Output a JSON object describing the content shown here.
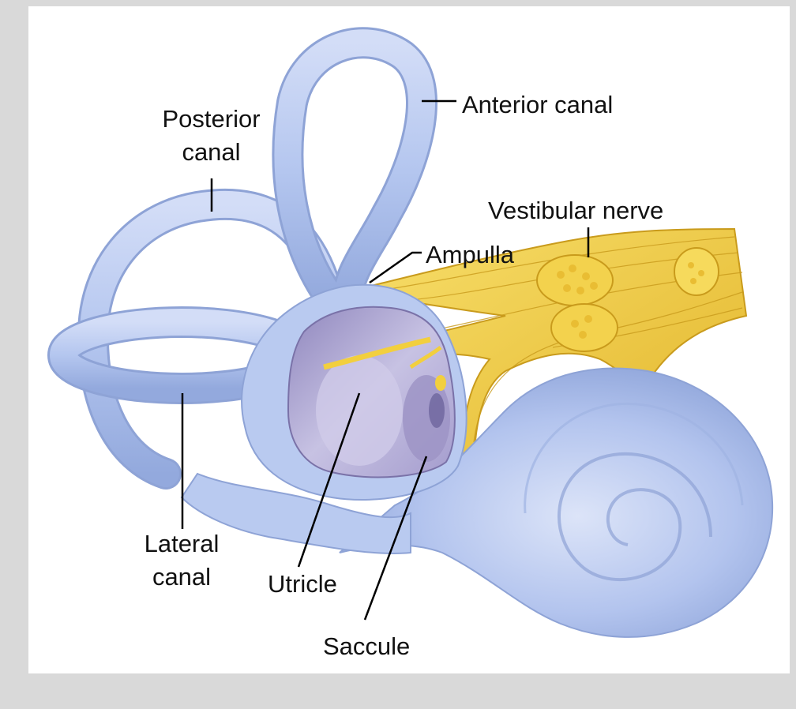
{
  "labels": {
    "posterior_canal": [
      "Posterior",
      "canal"
    ],
    "anterior_canal": "Anterior canal",
    "vestibular_nerve": "Vestibular nerve",
    "ampulla": "Ampulla",
    "lateral_canal": [
      "Lateral",
      "canal"
    ],
    "utricle": "Utricle",
    "saccule": "Saccule"
  },
  "colors": {
    "background": "#d9d9d9",
    "panel": "#ffffff",
    "labyrinth_fill": "#b9caf0",
    "labyrinth_outline": "#8ea3d6",
    "cavity": "#a99fcc",
    "nerve": "#f2cf3e",
    "nerve_dark": "#d9a81e",
    "leader_line": "#000000"
  }
}
